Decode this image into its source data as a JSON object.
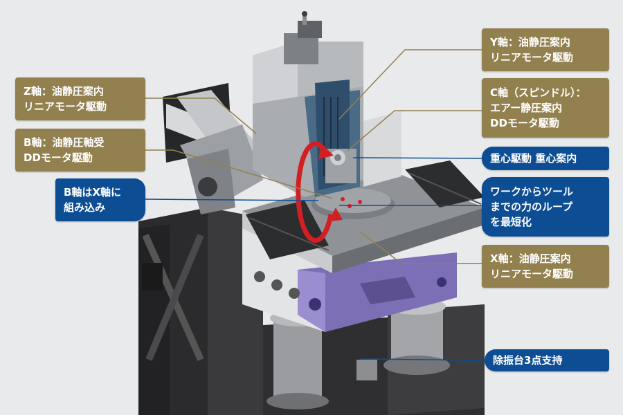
{
  "colors": {
    "background": "#e9eaec",
    "gold_label": "#93804f",
    "blue_label": "#0d4d93",
    "purple_body": "#7d6fb5",
    "red_arrow": "#d21f24"
  },
  "icons": [
    "rotation-arrow-icon"
  ],
  "labels": {
    "y_axis": {
      "line1": "Y軸：油静圧案内",
      "line2": "リニアモータ駆動"
    },
    "z_axis": {
      "line1": "Z軸：油静圧案内",
      "line2": "リニアモータ駆動"
    },
    "c_axis": {
      "line1": "C軸（スピンドル）：",
      "line2": "エアー静圧案内",
      "line3": "DDモータ駆動"
    },
    "b_axis": {
      "line1": "B軸：油静圧軸受",
      "line2": "DDモータ駆動"
    },
    "gravity": {
      "line1": "重心駆動 重心案内"
    },
    "b_in_x": {
      "line1": "B軸はX軸に",
      "line2": "組み込み"
    },
    "shortest_loop": {
      "line1": "ワークからツール",
      "line2": "までの力のループ",
      "line3": "を最短化"
    },
    "x_axis": {
      "line1": "X軸：油静圧案内",
      "line2": "リニアモータ駆動"
    },
    "isolation": {
      "line1": "除振台3点支持"
    }
  }
}
